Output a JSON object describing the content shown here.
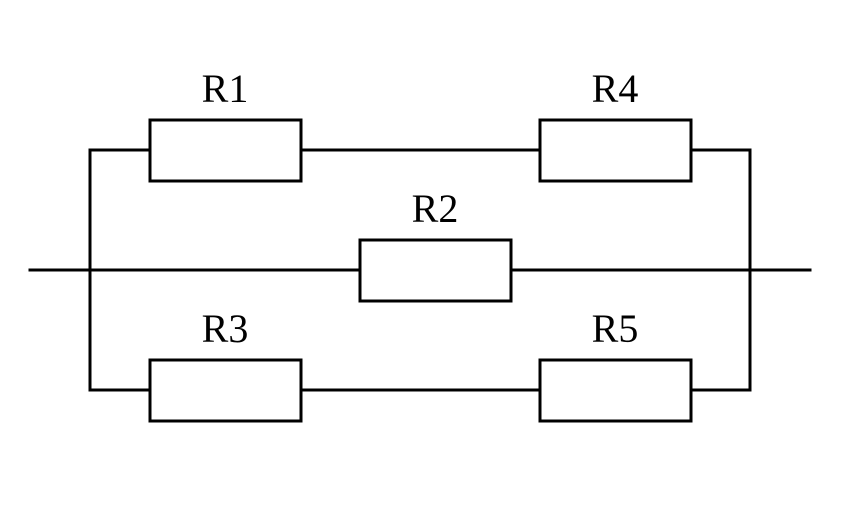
{
  "diagram": {
    "type": "circuit",
    "colors": {
      "line": "#000000",
      "background": "#ffffff"
    },
    "resistors": [
      {
        "id": "R1",
        "label": "R1"
      },
      {
        "id": "R2",
        "label": "R2"
      },
      {
        "id": "R3",
        "label": "R3"
      },
      {
        "id": "R4",
        "label": "R4"
      },
      {
        "id": "R5",
        "label": "R5"
      }
    ]
  }
}
